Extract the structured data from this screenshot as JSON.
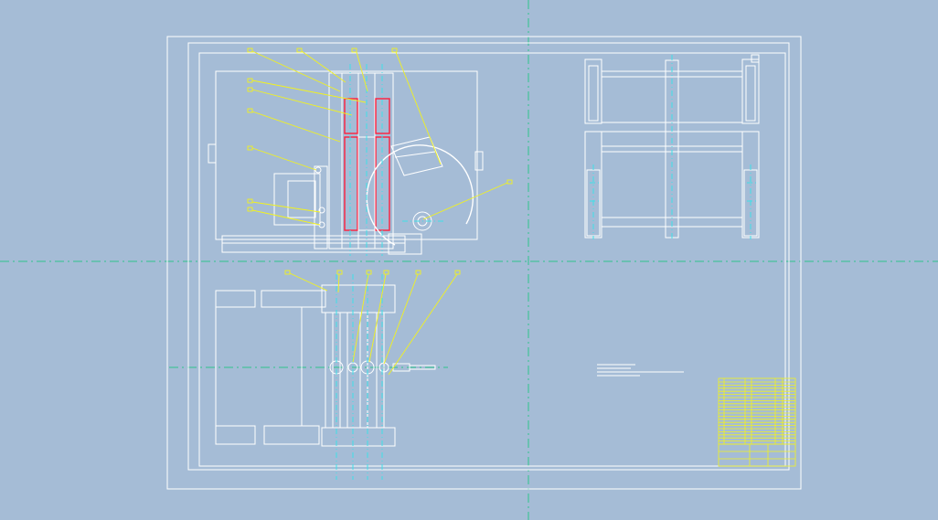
{
  "colors": {
    "background": "#a5bcd6",
    "lines": "#ffffff",
    "centerlines": "#3fe0e8",
    "axes": "#2ec48c",
    "leaders": "#f2f21e",
    "section": "#ff1e3c"
  },
  "drawing": {
    "views": [
      "front-view",
      "side-view",
      "top-view"
    ],
    "title_block": "parts-list-and-title-block"
  }
}
